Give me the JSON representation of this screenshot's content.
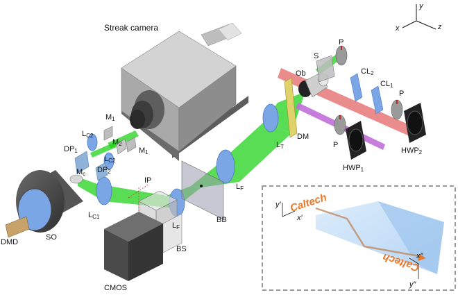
{
  "labels": {
    "streak_camera": "Streak camera",
    "cmos": "CMOS",
    "dmd": "DMD",
    "so": "SO",
    "bs": "BS",
    "bb": "BB",
    "ip": "IP",
    "dm": "DM",
    "ob": "Ob",
    "s": "S",
    "p_top": "P",
    "p_mid": "P",
    "p_left": "P",
    "m_c": "M",
    "m_c_sub": "c",
    "m1_top": "M",
    "m1_top_sub": "1",
    "m1_bot": "M",
    "m1_bot_sub": "1",
    "m2": "M",
    "m2_sub": "2",
    "lc2_top": "L",
    "lc2_top_sub": "C2",
    "lc2_bot": "L",
    "lc2_bot_sub": "C2",
    "dp1": "DP",
    "dp1_sub": "1",
    "dp2": "DP",
    "dp2_sub": "2",
    "lc1": "L",
    "lc1_sub": "C1",
    "lf_bot": "L",
    "lf_bot_sub": "F",
    "lf_right": "L",
    "lf_right_sub": "F",
    "lt": "L",
    "lt_sub": "T",
    "cl2": "CL",
    "cl2_sub": "2",
    "cl1": "CL",
    "cl1_sub": "1",
    "hwp1": "HWP",
    "hwp1_sub": "1",
    "hwp2": "HWP",
    "hwp2_sub": "2"
  },
  "axes": {
    "x": "x",
    "y": "y",
    "z": "z"
  },
  "inset": {
    "text": "Caltech",
    "text_mirrored": "Caltech",
    "x_prime": "x′",
    "y_prime": "y′",
    "x_dprime": "x″",
    "y_dprime": "y″"
  },
  "colors": {
    "green_beam": "#22d11b",
    "red_beam": "#e87878",
    "violet_beam": "#c06fd8",
    "lens": "#7aa6e6",
    "orange_path": "#e8782a",
    "inset_border": "#9a9a9a"
  }
}
